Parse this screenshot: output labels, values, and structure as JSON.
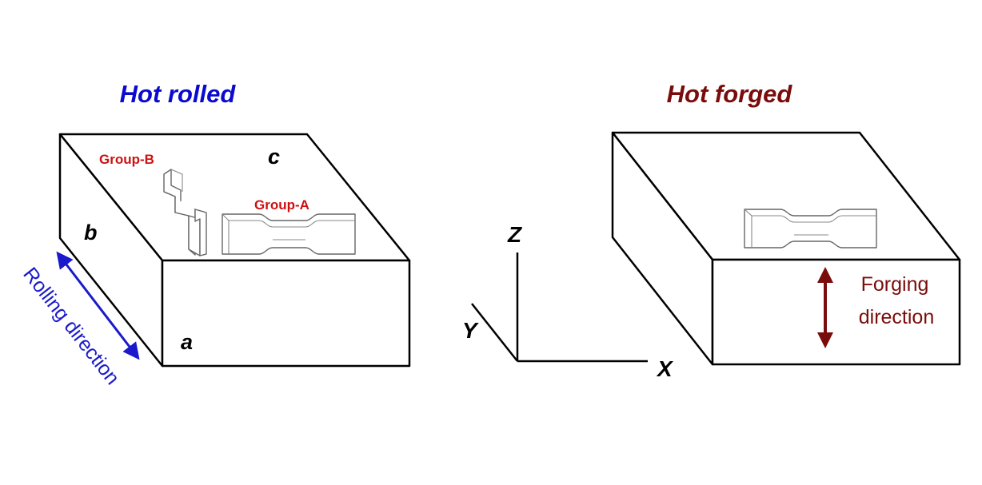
{
  "left_panel": {
    "title": "Hot rolled",
    "title_color": "#0b0bd0",
    "face_a": "a",
    "face_b": "b",
    "face_c": "c",
    "group_a": "Group-A",
    "group_b": "Group-B",
    "group_color": "#cc1111",
    "direction_label": "Rolling direction",
    "direction_color": "#1a1acc"
  },
  "right_panel": {
    "title": "Hot forged",
    "title_color": "#7a0c0c",
    "direction_line1": "Forging",
    "direction_line2": "direction",
    "direction_color": "#7a0c0c"
  },
  "axes": {
    "x": "X",
    "y": "Y",
    "z": "Z"
  },
  "icons": {
    "rolling_arrow": "double-arrow-icon",
    "forging_arrow": "double-arrow-icon"
  }
}
